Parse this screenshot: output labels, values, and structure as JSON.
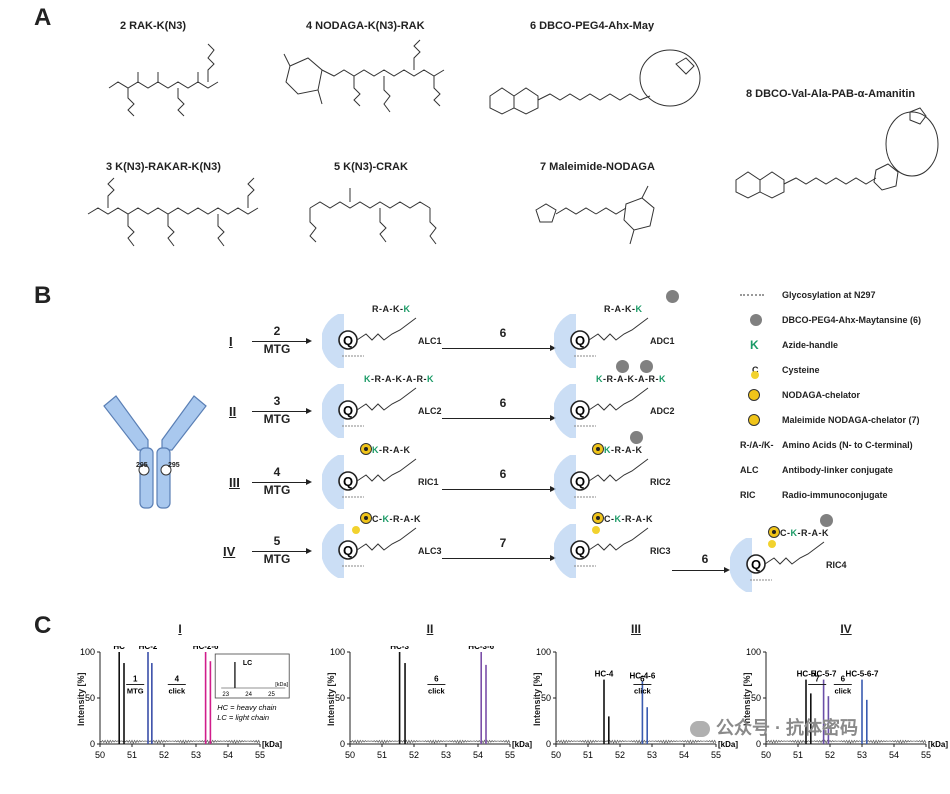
{
  "panels": {
    "a": "A",
    "b": "B",
    "c": "C"
  },
  "molecules": [
    {
      "id": "m2",
      "label": "2 RAK-K(N3)"
    },
    {
      "id": "m4",
      "label": "4 NODAGA-K(N3)-RAK"
    },
    {
      "id": "m6",
      "label": "6 DBCO-PEG4-Ahx-May"
    },
    {
      "id": "m8",
      "label": "8 DBCO-Val-Ala-PAB-α-Amanitin"
    },
    {
      "id": "m3",
      "label": "3 K(N3)-RAKAR-K(N3)"
    },
    {
      "id": "m5",
      "label": "5 K(N3)-CRAK"
    },
    {
      "id": "m7",
      "label": "7 Maleimide-NODAGA"
    }
  ],
  "antibody": {
    "site_left": "295",
    "site_right": "295",
    "q": "Q"
  },
  "reactions": [
    {
      "roman": "I",
      "reagent": "2",
      "enzyme": "MTG",
      "seq1": [
        "R-A-K-",
        "K"
      ],
      "conj1": "ALC1",
      "step2": "6",
      "seq2": [
        "R-A-K-",
        "K"
      ],
      "conj2": "ADC1"
    },
    {
      "roman": "II",
      "reagent": "3",
      "enzyme": "MTG",
      "seq1": [
        "K",
        "-R-A-K-A-R-",
        "K"
      ],
      "conj1": "ALC2",
      "step2": "6",
      "seq2": [
        "K",
        "-R-A-K-A-R-",
        "K"
      ],
      "conj2": "ADC2"
    },
    {
      "roman": "III",
      "reagent": "4",
      "enzyme": "MTG",
      "seq1": [
        "K",
        "-R-A-K"
      ],
      "conj1": "RIC1",
      "step2": "6",
      "seq2": [
        "K",
        "-R-A-K"
      ],
      "conj2": "RIC2"
    },
    {
      "roman": "IV",
      "reagent": "5",
      "enzyme": "MTG",
      "seq1": [
        "C-",
        "K",
        "-R-A-K"
      ],
      "conj1": "ALC3",
      "step2": "7",
      "seq2": [
        "C-",
        "K",
        "-R-A-K"
      ],
      "conj2": "RIC3",
      "step3": "6",
      "seq3": [
        "C-",
        "K",
        "-R-A-K"
      ],
      "conj3": "RIC4"
    }
  ],
  "legend": [
    {
      "symbol": "",
      "text": "Glycosylation at N297"
    },
    {
      "symbol": "",
      "text": "DBCO-PEG4-Ahx-Maytansine (6)"
    },
    {
      "symbol": "K",
      "text": "Azide-handle"
    },
    {
      "symbol": "C",
      "text": "Cysteine"
    },
    {
      "symbol": "",
      "text": "NODAGA-chelator"
    },
    {
      "symbol": "",
      "text": "Maleimide NODAGA-chelator (7)"
    },
    {
      "symbol": "R-/A-/K-",
      "text": "Amino Acids (N- to C-terminal)"
    },
    {
      "symbol": "ALC",
      "text": "Antibody-linker conjugate"
    },
    {
      "symbol": "RIC",
      "text": "Radio-immunoconjugate"
    }
  ],
  "chart_data": [
    {
      "type": "line",
      "title": "I",
      "ylabel": "Intensity [%]",
      "xlabel": "[kDa]",
      "xlim": [
        50,
        55
      ],
      "ylim": [
        0,
        100
      ],
      "xticks": [
        50,
        51,
        52,
        53,
        54,
        55
      ],
      "yticks": [
        0,
        50,
        100
      ],
      "series": [
        {
          "name": "HC",
          "color": "#111111",
          "peaks": [
            [
              50.6,
              100
            ],
            [
              50.75,
              88
            ]
          ]
        },
        {
          "name": "HC-2",
          "color": "#3a4fa8",
          "peaks": [
            [
              51.5,
              100
            ],
            [
              51.62,
              88
            ]
          ]
        },
        {
          "name": "HC-2-6",
          "color": "#d01c8b",
          "peaks": [
            [
              53.3,
              100
            ],
            [
              53.45,
              90
            ]
          ]
        }
      ],
      "annotations": [
        {
          "text": "1",
          "sub": "MTG"
        },
        {
          "text": "4",
          "sub": "click"
        }
      ],
      "inset": {
        "label": "LC",
        "xticks": [
          23,
          24,
          25
        ],
        "xlabel": "[kDa]",
        "peak": 23.4
      },
      "notes": [
        "HC  = heavy chain",
        "LC  = light chain"
      ]
    },
    {
      "type": "line",
      "title": "II",
      "ylabel": "Intensity [%]",
      "xlabel": "[kDa]",
      "xlim": [
        50,
        55
      ],
      "ylim": [
        0,
        100
      ],
      "xticks": [
        50,
        51,
        52,
        53,
        54,
        55
      ],
      "yticks": [
        0,
        50,
        100
      ],
      "series": [
        {
          "name": "HC-3",
          "color": "#111111",
          "peaks": [
            [
              51.55,
              100
            ],
            [
              51.72,
              88
            ]
          ]
        },
        {
          "name": "HC-3-6",
          "color": "#7b4fa8",
          "peaks": [
            [
              54.1,
              100
            ],
            [
              54.25,
              86
            ]
          ]
        }
      ],
      "annotations": [
        {
          "text": "6",
          "sub": "click"
        }
      ]
    },
    {
      "type": "line",
      "title": "III",
      "ylabel": "Intensity [%]",
      "xlabel": "[kDa]",
      "xlim": [
        50,
        55
      ],
      "ylim": [
        0,
        100
      ],
      "xticks": [
        50,
        51,
        52,
        53,
        54,
        55
      ],
      "yticks": [
        0,
        50,
        100
      ],
      "series": [
        {
          "name": "HC-4",
          "color": "#111111",
          "peaks": [
            [
              51.5,
              70
            ],
            [
              51.65,
              30
            ]
          ]
        },
        {
          "name": "HC-4-6",
          "color": "#3a5bb0",
          "peaks": [
            [
              52.7,
              68
            ],
            [
              52.85,
              40
            ]
          ]
        }
      ],
      "annotations": [
        {
          "text": "6",
          "sub": "click"
        }
      ]
    },
    {
      "type": "line",
      "title": "IV",
      "ylabel": "Intensity [%]",
      "xlabel": "[kDa]",
      "xlim": [
        50,
        55
      ],
      "ylim": [
        0,
        100
      ],
      "xticks": [
        50,
        51,
        52,
        53,
        54,
        55
      ],
      "yticks": [
        0,
        50,
        100
      ],
      "series": [
        {
          "name": "HC-5",
          "color": "#111111",
          "peaks": [
            [
              51.25,
              70
            ],
            [
              51.4,
              55
            ]
          ]
        },
        {
          "name": "HC-5-7",
          "color": "#6a4fa8",
          "peaks": [
            [
              51.8,
              70
            ],
            [
              51.95,
              52
            ]
          ]
        },
        {
          "name": "HC-5-6-7",
          "color": "#3a5bb0",
          "peaks": [
            [
              53.0,
              70
            ],
            [
              53.15,
              48
            ]
          ]
        }
      ],
      "annotations": [
        {
          "text": "7",
          "sub": ""
        },
        {
          "text": "6",
          "sub": "click"
        }
      ]
    }
  ],
  "watermark": "公众号 · 抗体密码",
  "colors": {
    "azide": "#1a9a66",
    "cysteine": "#f2d22e",
    "chelator": "#f0c419",
    "payload": "#808080",
    "antibody": "#a9c8ee",
    "antibody_stroke": "#5a7fb5"
  }
}
